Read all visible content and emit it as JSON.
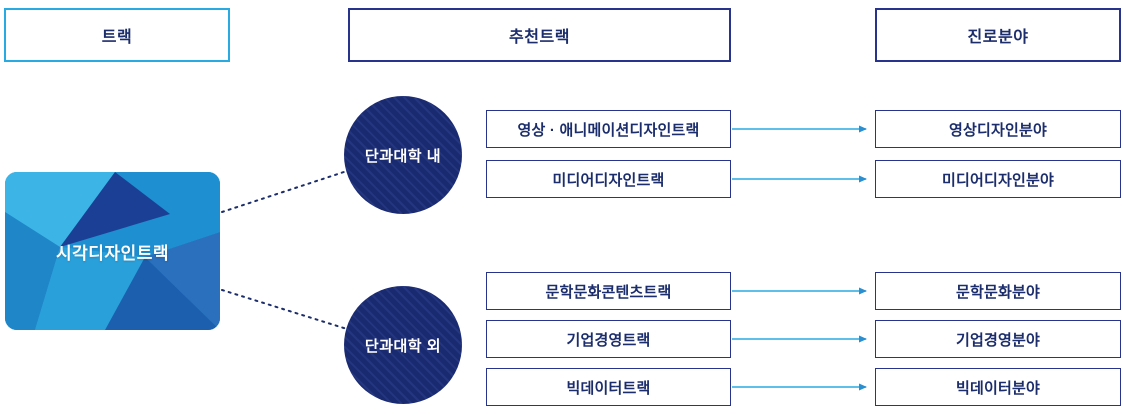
{
  "headers": {
    "track": "트랙",
    "recommended_track": "추천트랙",
    "career_field": "진로분야"
  },
  "source_track": {
    "label": "시각디자인트랙"
  },
  "groups": [
    {
      "scope": "단과대학 내",
      "rows": [
        {
          "track": "영상 · 애니메이션디자인트랙",
          "field": "영상디자인분야"
        },
        {
          "track": "미디어디자인트랙",
          "field": "미디어디자인분야"
        }
      ]
    },
    {
      "scope": "단과대학 외",
      "rows": [
        {
          "track": "문학문화콘텐츠트랙",
          "field": "문학문화분야"
        },
        {
          "track": "기업경영트랙",
          "field": "기업경영분야"
        },
        {
          "track": "빅데이터트랙",
          "field": "빅데이터분야"
        }
      ]
    }
  ],
  "colors": {
    "accent_light_blue": "#29abe2",
    "navy_border": "#27348b",
    "text_navy": "#1b2d6b",
    "circle_navy": "#1a2a70",
    "card_blue": "#2aa9e1"
  }
}
